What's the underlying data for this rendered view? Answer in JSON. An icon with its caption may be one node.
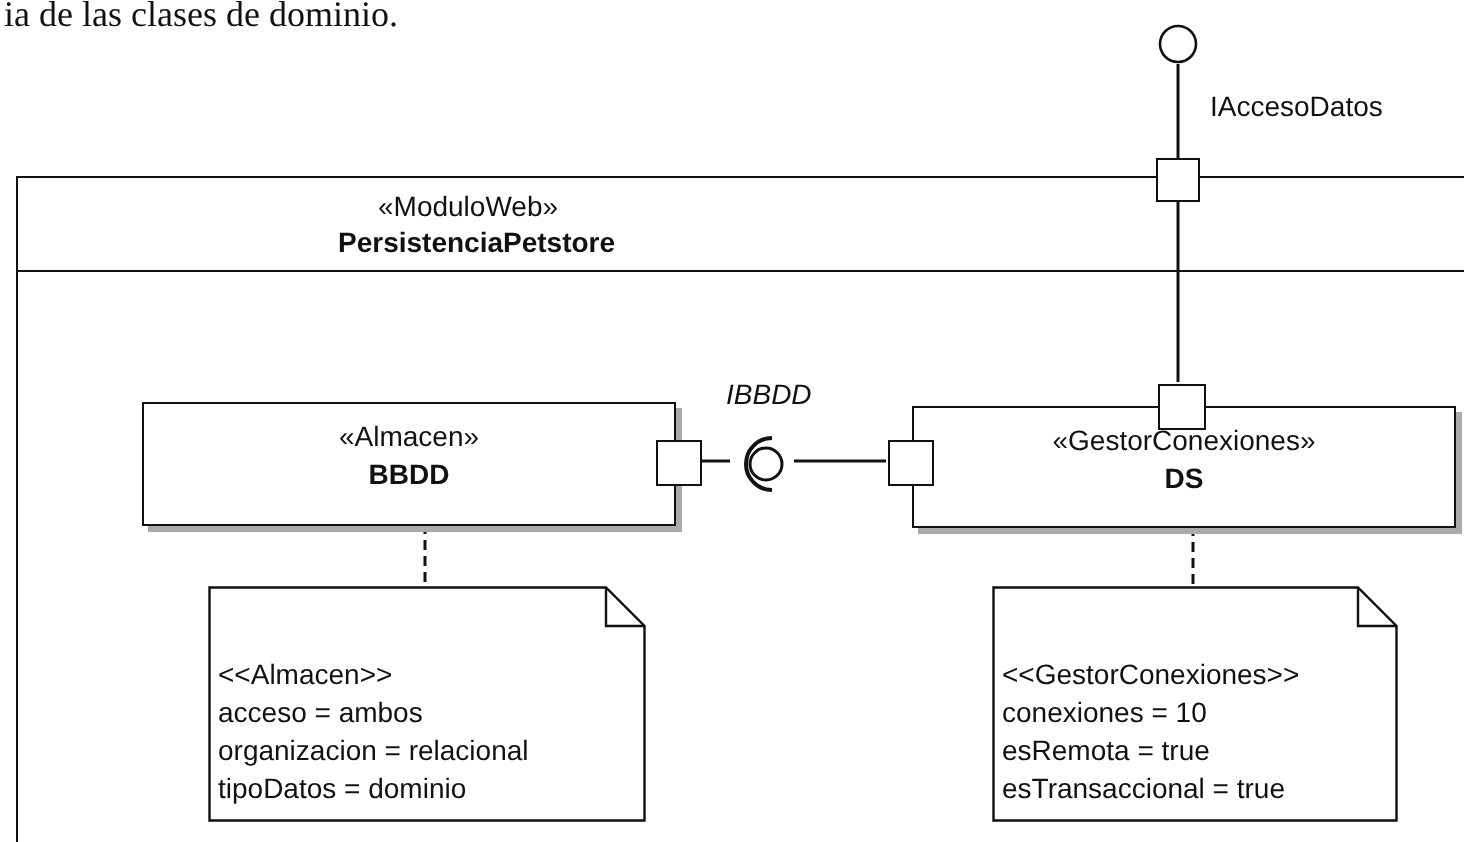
{
  "diagram": {
    "nodes": [
      {
        "text": [
          "«ModuloWeb»",
          "PersistenciaPetstore"
        ]
      },
      {
        "text": [
          "«Almacen»",
          "BBDD"
        ],
        "in": 0
      },
      {
        "text": [
          "«GestorConexiones»",
          "DS"
        ],
        "in": 0
      },
      {
        "text": [
          "<<Almacen>>",
          "acceso = ambos",
          "organizacion = relacional",
          "tipoDatos = dominio"
        ],
        "in": 0
      },
      {
        "text": [
          "<<GestorConexiones>>",
          "conexiones = 10",
          "esRemota = true",
          "esTransaccional = true"
        ],
        "in": 0
      },
      {
        "text": [],
        "shape": "circle",
        "beside": [
          "IAccesoDatos"
        ]
      },
      {
        "text": [],
        "shape": "box"
      },
      {
        "text": [],
        "shape": "box",
        "in": 0
      },
      {
        "text": [],
        "shape": "box",
        "in": 0
      },
      {
        "text": [],
        "shape": "box",
        "in": 0
      },
      {
        "text": [],
        "shape": "circle",
        "beside": [
          "IBBDD"
        ],
        "in": 0
      }
    ],
    "edges": [
      {
        "from": 5,
        "to": 6,
        "arrow": "none"
      },
      {
        "from": 6,
        "to": 7,
        "arrow": "none"
      },
      {
        "from": 8,
        "to": 10,
        "arrow": "none"
      },
      {
        "from": 10,
        "to": 9,
        "arrow": "none"
      },
      {
        "from": 1,
        "to": 3,
        "arrow": "none",
        "style": "dashed"
      },
      {
        "from": 2,
        "to": 4,
        "arrow": "none",
        "style": "dashed"
      }
    ],
    "labels": [
      "ia de las clases de dominio."
    ]
  }
}
